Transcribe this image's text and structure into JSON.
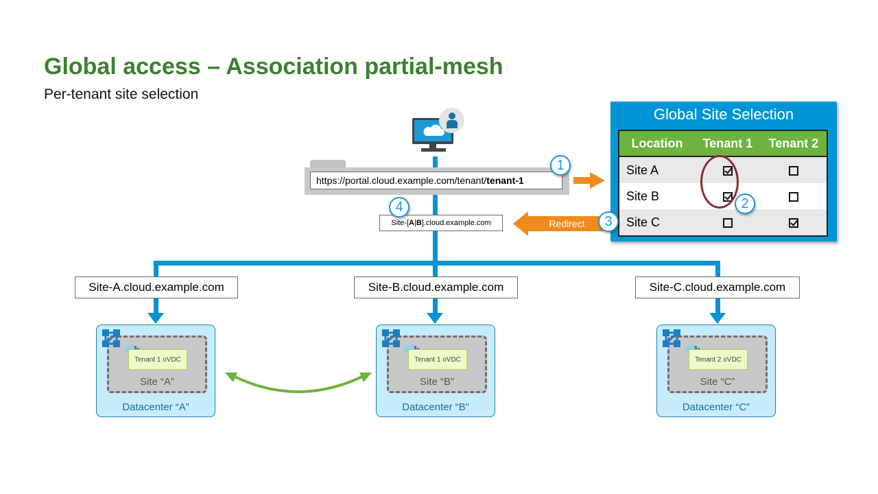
{
  "slide": {
    "title": "Global access – Association partial-mesh",
    "subtitle": "Per-tenant site selection"
  },
  "client": {
    "icons": [
      "monitor-cloud-icon",
      "user-icon"
    ],
    "url_prefix": "https://portal.cloud.example.com/tenant/",
    "url_tenant": "tenant-1"
  },
  "redirect_target": {
    "prefix": "Site-[",
    "a": "A",
    "sep": "|",
    "b": "B",
    "suffix": "].cloud.example.com"
  },
  "redirect_label": "Redirect",
  "steps": [
    "1",
    "2",
    "3",
    "4"
  ],
  "global_site_selection": {
    "title": "Global Site Selection",
    "columns": [
      "Location",
      "Tenant 1",
      "Tenant 2"
    ],
    "rows": [
      {
        "location": "Site A",
        "tenant1": true,
        "tenant2": false
      },
      {
        "location": "Site B",
        "tenant1": true,
        "tenant2": false
      },
      {
        "location": "Site C",
        "tenant1": false,
        "tenant2": true
      }
    ]
  },
  "sites": [
    {
      "fqdn": "Site-A.cloud.example.com",
      "ovdc": "Tenant 1 oVDC",
      "site": "Site “A”",
      "datacenter": "Datacenter “A”"
    },
    {
      "fqdn": "Site-B.cloud.example.com",
      "ovdc": "Tenant 1 oVDC",
      "site": "Site “B”",
      "datacenter": "Datacenter “B”"
    },
    {
      "fqdn": "Site-C.cloud.example.com",
      "ovdc": "Tenant 2 oVDC",
      "site": "Site “C”",
      "datacenter": "Datacenter “C”"
    }
  ],
  "colors": {
    "title_green": "#3c8031",
    "connector_blue": "#0493d3",
    "table_header_green": "#6db33f",
    "panel_blue": "#0096d6",
    "redirect_orange": "#ef8b1c",
    "highlight_maroon": "#8b2a36",
    "association_green": "#6db33f"
  }
}
